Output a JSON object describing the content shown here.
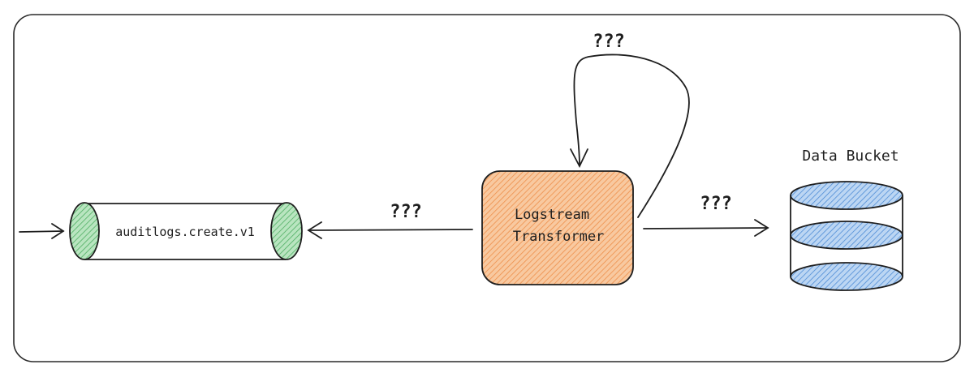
{
  "diagram": {
    "pipe_label": "auditlogs.create.v1",
    "transformer_label_line1": "Logstream",
    "transformer_label_line2": "Transformer",
    "bucket_label": "Data Bucket",
    "question_left": "???",
    "question_loop": "???",
    "question_right": "???"
  },
  "colors": {
    "pipe_end_fill": "#7fc98f",
    "transformer_fill": "#f5a96b",
    "bucket_fill": "#6fa4e0",
    "stroke": "#1e1e1e"
  }
}
